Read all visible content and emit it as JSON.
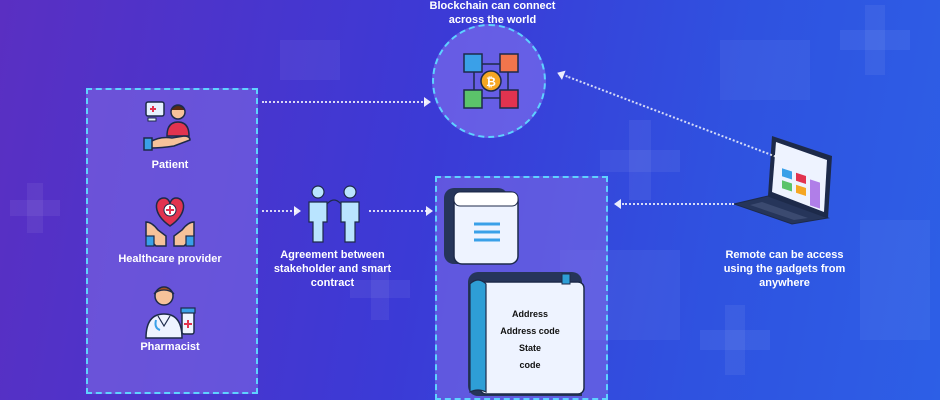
{
  "diagram": {
    "blockchain_label": "Blockchain can connect across the world",
    "stakeholders": [
      {
        "label": "Patient",
        "icon": "patient-icon"
      },
      {
        "label": "Healthcare provider",
        "icon": "healthcare-provider-icon"
      },
      {
        "label": "Pharmacist",
        "icon": "pharmacist-icon"
      }
    ],
    "agreement_label": "Agreement between stakeholder  and smart contract",
    "remote_label": "Remote can be access using the gadgets from anywhere",
    "contract_fields": [
      "Address",
      "Address code",
      "State",
      "code"
    ]
  },
  "colors": {
    "accent_cyan": "#5fd2ff",
    "panel_fill": "#826ee6",
    "bg_start": "#5a2fc2",
    "bg_end": "#2d5fe6"
  }
}
